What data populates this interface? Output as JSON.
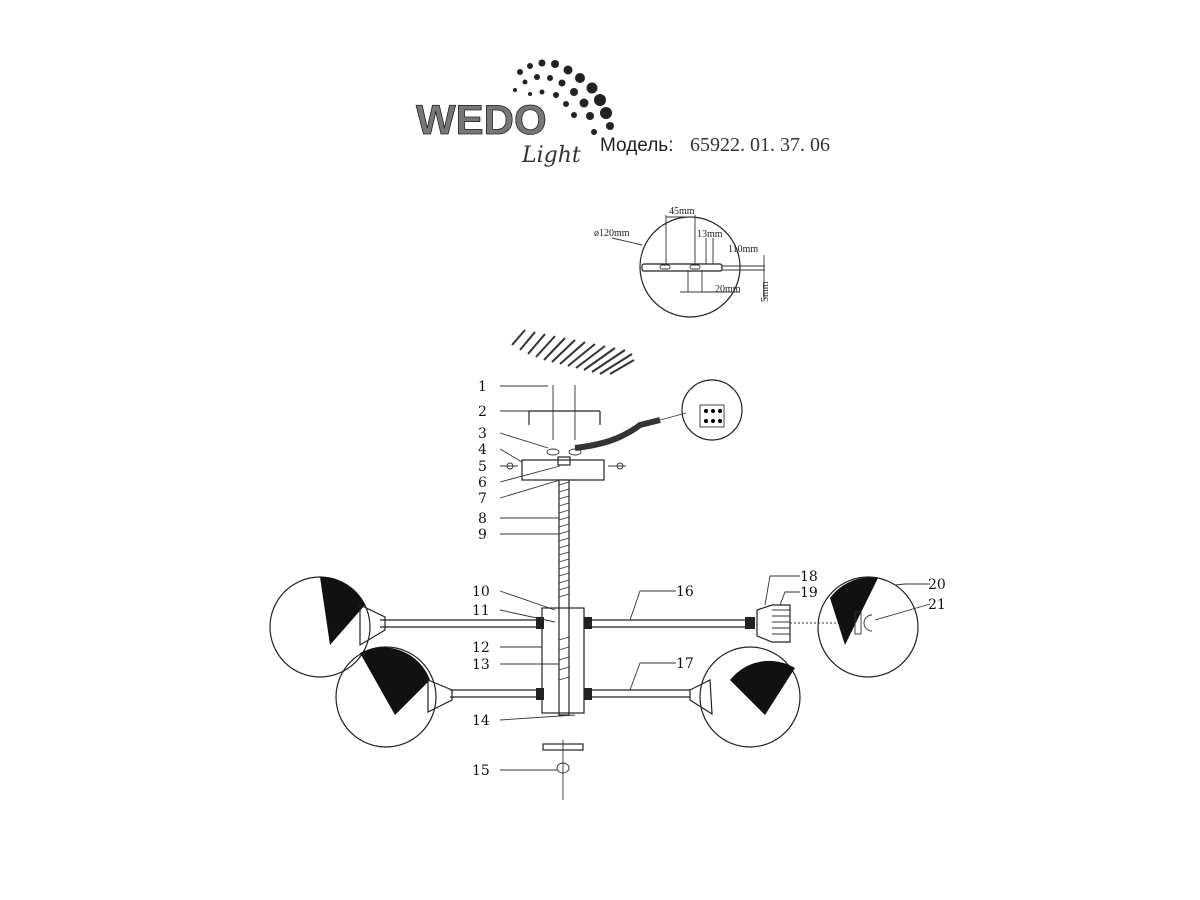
{
  "logo": {
    "brand": "WEDO",
    "script": "Light"
  },
  "model": {
    "label": "Модель:",
    "number": "65922. 01. 37. 06"
  },
  "bracket_dims": {
    "diameter": "ø120mm",
    "d45": "45mm",
    "d13": "13mm",
    "d110": "110mm",
    "d20": "20mm",
    "d5": "5mm"
  },
  "callouts": [
    "1",
    "2",
    "3",
    "4",
    "5",
    "6",
    "7",
    "8",
    "9",
    "10",
    "11",
    "12",
    "13",
    "14",
    "15",
    "16",
    "17",
    "18",
    "19",
    "20",
    "21"
  ]
}
